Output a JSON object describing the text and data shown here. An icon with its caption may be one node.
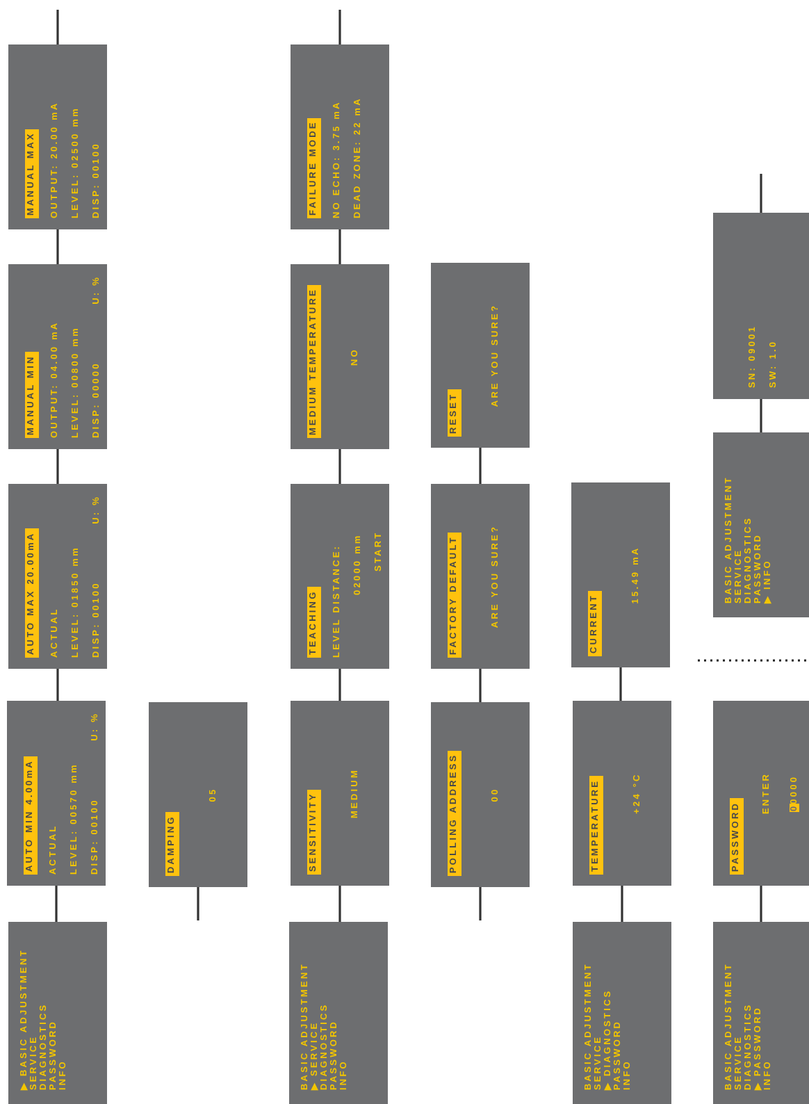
{
  "diagram": {
    "nodes": [
      {
        "text": [
          "MANUAL MAX",
          "OUTPUT: 20.00 mA",
          "LEVEL: 02500 mm",
          "DISP: 00100"
        ]
      },
      {
        "text": [
          "MANUAL MIN",
          "OUTPUT: 04.00 mA",
          "LEVEL: 00800 mm",
          "DISP: 00000",
          "U: %"
        ]
      },
      {
        "text": [
          "AUTO MAX 20.00mA",
          "ACTUAL",
          "LEVEL: 01850 mm",
          "DISP: 00100",
          "U: %"
        ]
      },
      {
        "text": [
          "AUTO MIN 4.00mA",
          "ACTUAL",
          "LEVEL: 00570 mm",
          "DISP: 00100",
          "U: %"
        ]
      },
      {
        "text": [
          "▶ BASIC ADJUSTMENT",
          "SERVICE",
          "DIAGNOSTICS",
          "PASSWORD",
          "INFO"
        ]
      },
      {
        "text": [
          "DAMPING",
          "05"
        ]
      },
      {
        "text": [
          "FAILURE MODE",
          "NO ECHO: 3.75 mA",
          "DEAD ZONE: 22 mA"
        ]
      },
      {
        "text": [
          "MEDIUM TEMPERATURE",
          "NO"
        ]
      },
      {
        "text": [
          "TEACHING",
          "LEVEL DISTANCE:",
          "02000 mm",
          "START"
        ]
      },
      {
        "text": [
          "SENSITIVITY",
          "MEDIUM"
        ]
      },
      {
        "text": [
          "BASIC ADJUSTMENT",
          "▶ SERVICE",
          "DIAGNOSTICS",
          "PASSWORD",
          "INFO"
        ]
      },
      {
        "text": [
          "RESET",
          "ARE YOU SURE?"
        ]
      },
      {
        "text": [
          "FACTORY DEFAULT",
          "ARE YOU SURE?"
        ]
      },
      {
        "text": [
          "POLLING ADDRESS",
          "00"
        ]
      },
      {
        "text": [
          "CURRENT",
          "15.49 mA"
        ]
      },
      {
        "text": [
          "TEMPERATURE",
          "+24 °C"
        ]
      },
      {
        "text": [
          "BASIC ADJUSTMENT",
          "SERVICE",
          "▶ DIAGNOSTICS",
          "PASSWORD",
          "INFO"
        ]
      },
      {
        "text": [
          "SN: 09001",
          "SW: 1.0"
        ]
      },
      {
        "text": [
          "BASIC ADJUSTMENT",
          "SERVICE",
          "DIAGNOSTICS",
          "PASSWORD",
          "▶ INFO"
        ]
      },
      {
        "text": [
          "PASSWORD",
          "ENTER",
          "00000"
        ]
      },
      {
        "text": [
          "BASIC ADJUSTMENT",
          "SERVICE",
          "DIAGNOSTICS",
          "▶ PASSWORD",
          "INFO"
        ]
      }
    ],
    "edges": [
      {
        "from": 0,
        "to": null,
        "arrow": "none"
      },
      {
        "from": 0,
        "to": 1,
        "arrow": "none"
      },
      {
        "from": 1,
        "to": 2,
        "arrow": "none"
      },
      {
        "from": 2,
        "to": 3,
        "arrow": "none"
      },
      {
        "from": 3,
        "to": 4,
        "arrow": "none"
      },
      {
        "from": 5,
        "to": null,
        "arrow": "none"
      },
      {
        "from": 6,
        "to": null,
        "arrow": "none"
      },
      {
        "from": 6,
        "to": 7,
        "arrow": "none"
      },
      {
        "from": 7,
        "to": 8,
        "arrow": "none"
      },
      {
        "from": 8,
        "to": 9,
        "arrow": "none"
      },
      {
        "from": 9,
        "to": 10,
        "arrow": "none"
      },
      {
        "from": 11,
        "to": 12,
        "arrow": "none"
      },
      {
        "from": 12,
        "to": 13,
        "arrow": "none"
      },
      {
        "from": 13,
        "to": null,
        "arrow": "none"
      },
      {
        "from": 14,
        "to": 15,
        "arrow": "none"
      },
      {
        "from": 15,
        "to": 16,
        "arrow": "none"
      },
      {
        "from": 17,
        "to": null,
        "arrow": "none"
      },
      {
        "from": 17,
        "to": 18,
        "arrow": "none"
      },
      {
        "from": 19,
        "to": 20,
        "arrow": "none"
      }
    ]
  }
}
